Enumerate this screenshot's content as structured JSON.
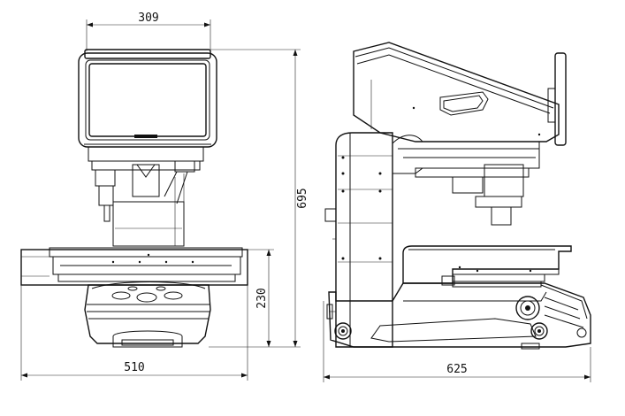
{
  "dimensions": {
    "front_width_top": "309",
    "front_width_base": "510",
    "front_height_lower": "230",
    "overall_height": "695",
    "side_depth": "625"
  },
  "colors": {
    "line": "#111111",
    "background": "#ffffff"
  },
  "icons": [
    "arrow-head"
  ]
}
